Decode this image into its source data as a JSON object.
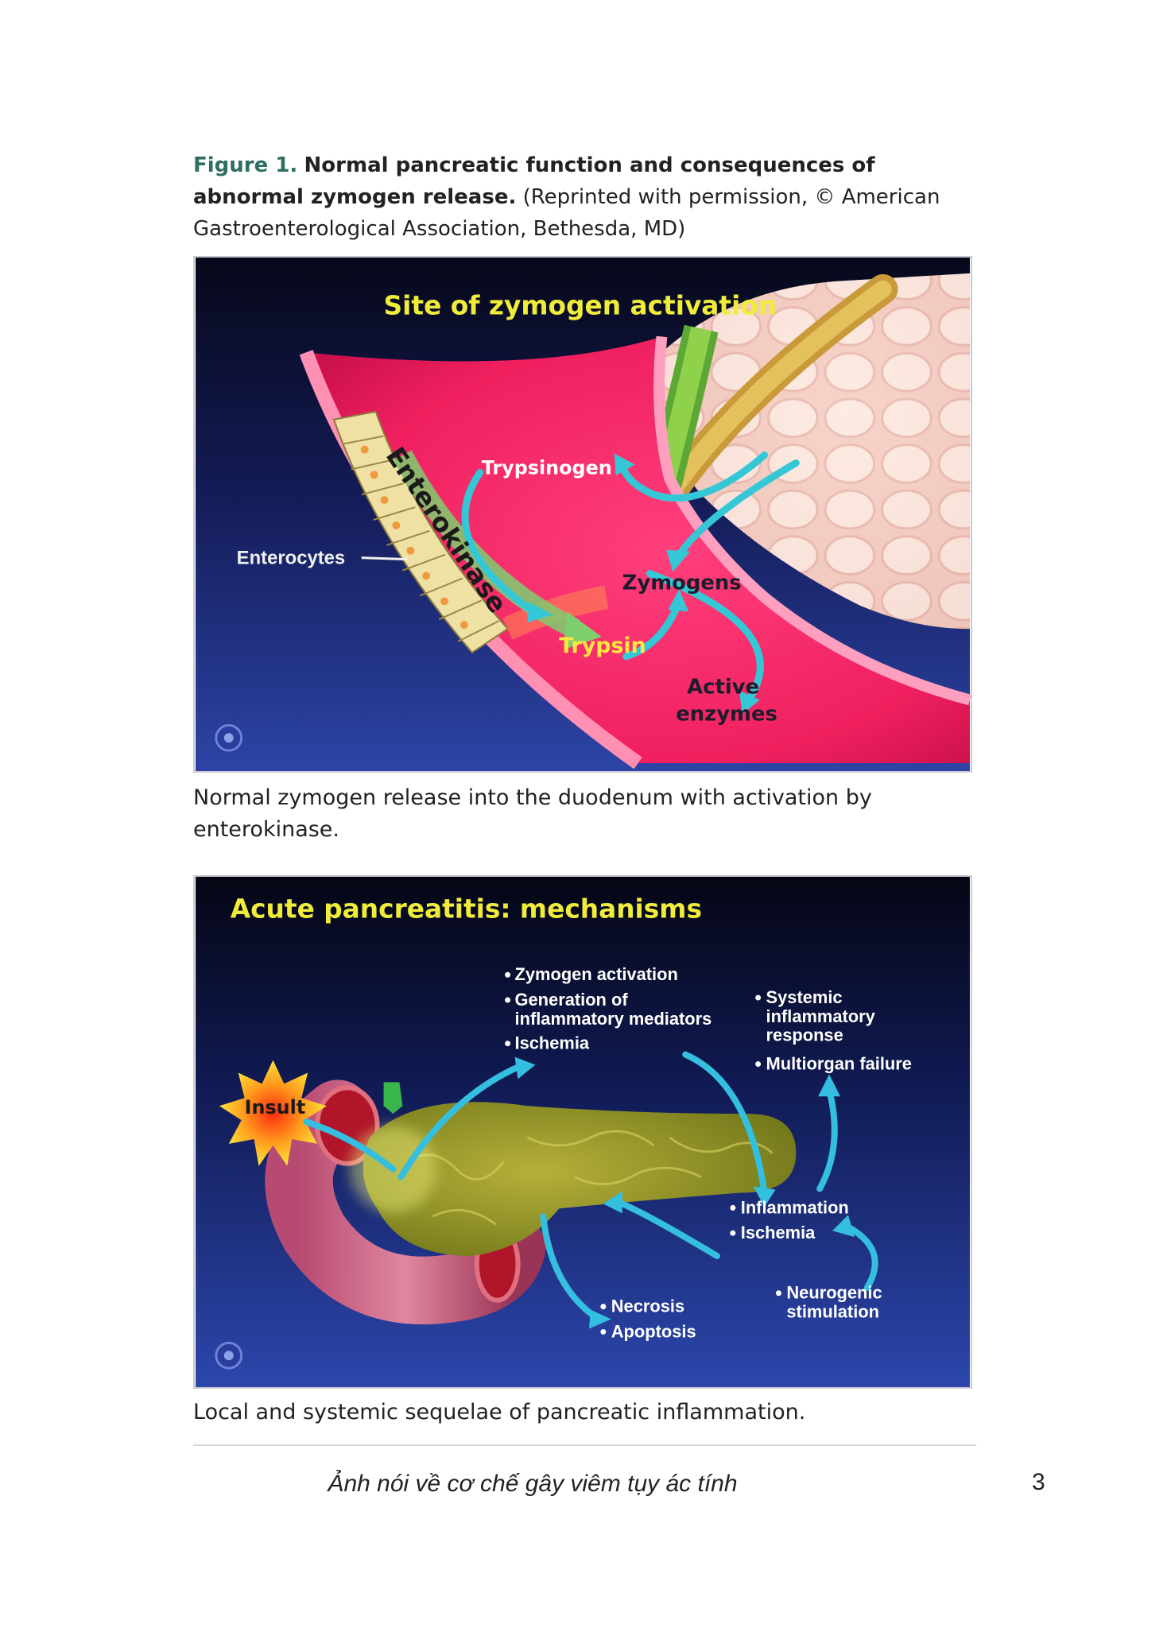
{
  "figure": {
    "label": "Figure 1.",
    "title": "Normal pancreatic function and consequences of abnormal zymogen release.",
    "credit": "(Reprinted with permission, © American Gastroenterological Association, Bethesda, MD)"
  },
  "panel1": {
    "title": "Site of zymogen activation",
    "labels": {
      "trypsinogen": "Trypsinogen",
      "enterokinase": "Enterokinase",
      "enterocytes": "Enterocytes",
      "zymogens": "Zymogens",
      "trypsin": "Trypsin",
      "active": "Active",
      "enzymes": "enzymes"
    },
    "caption": "Normal zymogen release into the duodenum with activation by enterokinase."
  },
  "panel2": {
    "title": "Acute pancreatitis: mechanisms",
    "insult": "Insult",
    "top_list": [
      "Zymogen activation",
      "Generation of",
      "inflammatory mediators",
      "Ischemia"
    ],
    "systemic_list": [
      "Systemic",
      "inflammatory",
      "response",
      "Multiorgan failure"
    ],
    "middle_list": [
      "Inflammation",
      "Ischemia"
    ],
    "bottom_list": [
      "Necrosis",
      "Apoptosis"
    ],
    "neuro_list": [
      "Neurogenic",
      "stimulation"
    ],
    "caption": "Local and systemic sequelae of pancreatic inflammation."
  },
  "footer": {
    "text": "Ảnh nói về cơ chế gây viêm tụy ác tính",
    "page_number": "3"
  }
}
